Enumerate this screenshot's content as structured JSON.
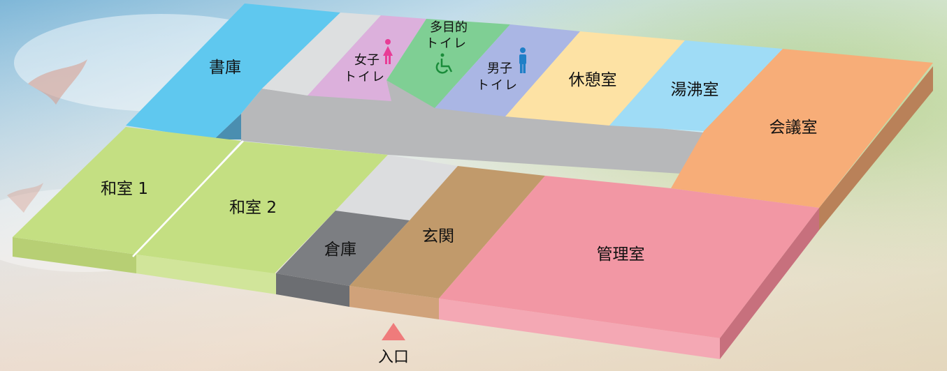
{
  "floor_plan": {
    "rooms": {
      "shoko": "書庫",
      "restroom_women_line1": "女子",
      "restroom_women_line2": "トイレ",
      "restroom_multi_line1": "多目的",
      "restroom_multi_line2": "トイレ",
      "restroom_men_line1": "男子",
      "restroom_men_line2": "トイレ",
      "kyukei": "休憩室",
      "yuwakashi": "湯沸室",
      "kaigi": "会議室",
      "washitsu1": "和室 1",
      "washitsu2": "和室 2",
      "souko": "倉庫",
      "genkan": "玄関",
      "kanri": "管理室"
    },
    "entrance_label": "入口",
    "colors": {
      "shoko": "#5fc8ef",
      "women": "#dcb0dc",
      "multi": "#7fcf94",
      "men": "#aab6e4",
      "kyukei": "#fde2a4",
      "yuwakashi": "#9fdcf6",
      "kaigi": "#f7ad78",
      "washitsu": "#c4df82",
      "souko": "#7c7e82",
      "genkan": "#c19a6b",
      "kanri": "#f297a4",
      "corridor": "#b7b8ba",
      "entrance_arrow": "#ef7b7b"
    },
    "icons": [
      "female-person-icon",
      "wheelchair-icon",
      "male-person-icon"
    ]
  }
}
